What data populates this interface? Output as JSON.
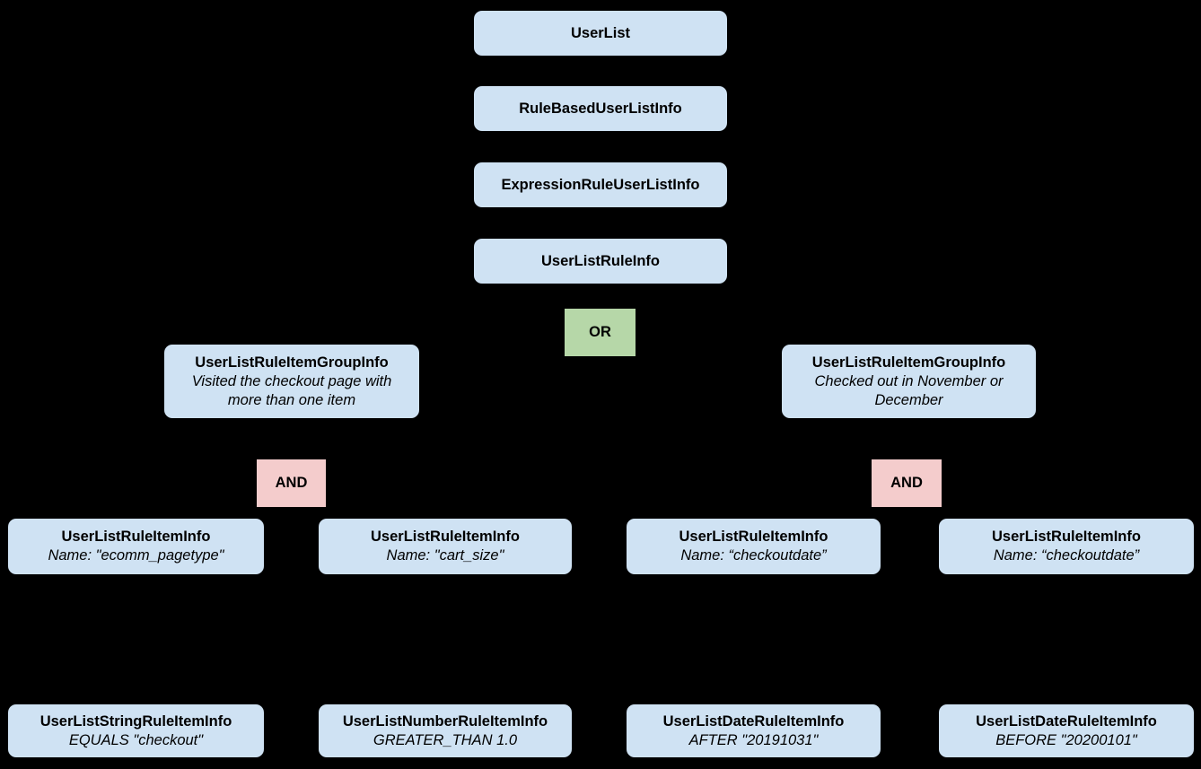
{
  "colors": {
    "background": "#000000",
    "node_fill": "#cfe2f3",
    "or_fill": "#b6d7a8",
    "and_fill": "#f4cccc",
    "text": "#000000"
  },
  "chain": [
    {
      "label": "UserList"
    },
    {
      "label": "RuleBasedUserListInfo"
    },
    {
      "label": "ExpressionRuleUserListInfo"
    },
    {
      "label": "UserListRuleInfo"
    }
  ],
  "operators": {
    "or": "OR",
    "and_left": "AND",
    "and_right": "AND"
  },
  "groups": [
    {
      "title": "UserListRuleItemGroupInfo",
      "description": "Visited the checkout page with more than one item"
    },
    {
      "title": "UserListRuleItemGroupInfo",
      "description": "Checked out in November or December"
    }
  ],
  "rule_items": [
    {
      "title": "UserListRuleItemInfo",
      "detail": "Name: \"ecomm_pagetype\""
    },
    {
      "title": "UserListRuleItemInfo",
      "detail": "Name: \"cart_size\""
    },
    {
      "title": "UserListRuleItemInfo",
      "detail": "Name: “checkoutdate”"
    },
    {
      "title": "UserListRuleItemInfo",
      "detail": "Name: “checkoutdate”"
    }
  ],
  "leaf_items": [
    {
      "title": "UserListStringRuleItemInfo",
      "detail": "EQUALS \"checkout\""
    },
    {
      "title": "UserListNumberRuleItemInfo",
      "detail": "GREATER_THAN 1.0"
    },
    {
      "title": "UserListDateRuleItemInfo",
      "detail": "AFTER \"20191031\""
    },
    {
      "title": "UserListDateRuleItemInfo",
      "detail": "BEFORE \"20200101\""
    }
  ]
}
